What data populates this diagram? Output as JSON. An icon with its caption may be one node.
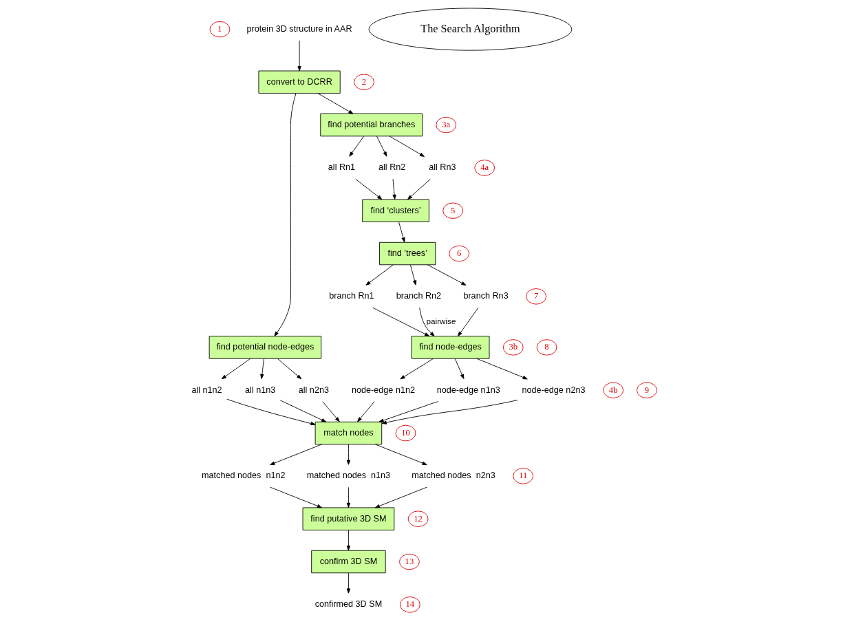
{
  "diagram": {
    "nodes": [
      {
        "text": [
          "1"
        ]
      },
      {
        "text": [
          "protein 3D structure in AAR"
        ]
      },
      {
        "text": [
          "convert to DCRR"
        ]
      },
      {
        "text": [
          "2"
        ]
      },
      {
        "text": [
          "3b"
        ]
      },
      {
        "text": [
          "find potential node-edges"
        ]
      },
      {
        "text": [
          "3a"
        ]
      },
      {
        "text": [
          "find potential branches"
        ]
      },
      {
        "text": [
          "all n1n2"
        ]
      },
      {
        "text": [
          "all n1n3"
        ]
      },
      {
        "text": [
          "4b"
        ]
      },
      {
        "text": [
          "all n2n3"
        ]
      },
      {
        "text": [
          "The Search Algorithm"
        ]
      },
      {
        "text": [
          "all Rn1"
        ]
      },
      {
        "text": [
          "all Rn2"
        ]
      },
      {
        "text": [
          "4a"
        ]
      },
      {
        "text": [
          "all Rn3"
        ]
      },
      {
        "text": [
          "9"
        ]
      },
      {
        "text": [
          "find ‘clusters’"
        ]
      },
      {
        "text": [
          "node-edge n1n2"
        ]
      },
      {
        "text": [
          "5"
        ]
      },
      {
        "text": [
          "8"
        ]
      },
      {
        "text": [
          "node-edge n1n3"
        ]
      },
      {
        "text": [
          "find node-edges"
        ]
      },
      {
        "text": [
          "branch Rn1"
        ]
      },
      {
        "text": [
          "branch Rn2"
        ]
      },
      {
        "text": [
          "find ’trees’"
        ]
      },
      {
        "text": [
          "node-edge n2n3"
        ]
      },
      {
        "text": [
          "branch Rn3"
        ]
      },
      {
        "text": [
          "6"
        ]
      },
      {
        "text": [
          "7"
        ]
      },
      {
        "text": [
          "10"
        ]
      },
      {
        "text": [
          "11"
        ]
      },
      {
        "text": [
          "12"
        ]
      },
      {
        "text": [
          "13"
        ]
      },
      {
        "text": [
          "14"
        ]
      },
      {
        "text": [
          "match nodes"
        ]
      },
      {
        "text": [
          "matched nodes  n1n2"
        ]
      },
      {
        "text": [
          "find putative 3D SM"
        ]
      },
      {
        "text": [
          "confirm 3D SM"
        ]
      },
      {
        "text": [
          "confirmed 3D SM"
        ]
      },
      {
        "text": [
          "matched nodes  n1n3"
        ]
      },
      {
        "text": [
          "matched nodes  n2n3"
        ]
      }
    ],
    "edges": [
      {
        "from": 1,
        "to": 2,
        "arrow": "to"
      },
      {
        "from": 2,
        "to": 5,
        "arrow": "to"
      },
      {
        "from": 2,
        "to": 7,
        "arrow": "to"
      },
      {
        "from": 5,
        "to": 8,
        "arrow": "to"
      },
      {
        "from": 5,
        "to": 9,
        "arrow": "to"
      },
      {
        "from": 5,
        "to": 11,
        "arrow": "to"
      },
      {
        "from": 7,
        "to": 13,
        "arrow": "to"
      },
      {
        "from": 7,
        "to": 14,
        "arrow": "to"
      },
      {
        "from": 7,
        "to": 16,
        "arrow": "to"
      },
      {
        "from": 13,
        "to": 18,
        "arrow": "to"
      },
      {
        "from": 14,
        "to": 18,
        "arrow": "to"
      },
      {
        "from": 16,
        "to": 18,
        "arrow": "to"
      },
      {
        "from": 18,
        "to": 26,
        "arrow": "to"
      },
      {
        "from": 26,
        "to": 24,
        "arrow": "to"
      },
      {
        "from": 26,
        "to": 25,
        "arrow": "to"
      },
      {
        "from": 26,
        "to": 28,
        "arrow": "to"
      },
      {
        "from": 24,
        "to": 23,
        "arrow": "to"
      },
      {
        "from": 25,
        "to": 23,
        "arrow": "to",
        "label": "pairwise"
      },
      {
        "from": 28,
        "to": 23,
        "arrow": "to"
      },
      {
        "from": 23,
        "to": 19,
        "arrow": "to"
      },
      {
        "from": 23,
        "to": 22,
        "arrow": "to"
      },
      {
        "from": 23,
        "to": 27,
        "arrow": "to"
      },
      {
        "from": 8,
        "to": 36,
        "arrow": "to"
      },
      {
        "from": 19,
        "to": 36,
        "arrow": "to"
      },
      {
        "from": 9,
        "to": 36,
        "arrow": "to"
      },
      {
        "from": 22,
        "to": 36,
        "arrow": "to"
      },
      {
        "from": 11,
        "to": 36,
        "arrow": "to"
      },
      {
        "from": 27,
        "to": 36,
        "arrow": "to"
      },
      {
        "from": 36,
        "to": 37,
        "arrow": "to"
      },
      {
        "from": 36,
        "to": 41,
        "arrow": "to"
      },
      {
        "from": 36,
        "to": 42,
        "arrow": "to"
      },
      {
        "from": 37,
        "to": 38,
        "arrow": "to"
      },
      {
        "from": 41,
        "to": 38,
        "arrow": "to"
      },
      {
        "from": 42,
        "to": 38,
        "arrow": "to"
      },
      {
        "from": 38,
        "to": 39,
        "arrow": "to"
      },
      {
        "from": 39,
        "to": 40,
        "arrow": "to"
      }
    ]
  }
}
